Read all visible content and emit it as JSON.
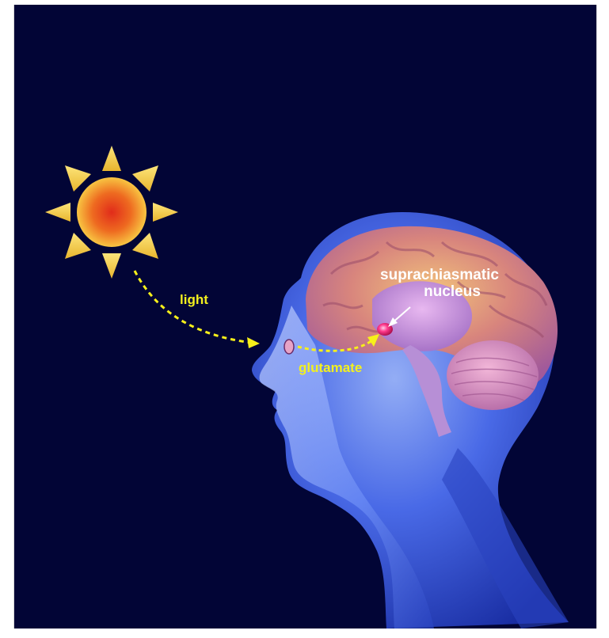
{
  "labels": {
    "light": "light",
    "glutamate": "glutamate",
    "scn_line1": "suprachiasmatic",
    "scn_line2": "nucleus"
  },
  "colors": {
    "background": "#020536",
    "arrow": "#f7f01a",
    "label_yellow": "#f3f01e",
    "label_white": "#ffffff",
    "sun_core": "#e03b1c",
    "sun_rays": "#f5d64a",
    "head": "#4a6fe0",
    "brain": "#c98ad0",
    "nucleus": "#ff2a7a"
  },
  "icons": {
    "sun": "sun-icon",
    "head": "human-head-illustration",
    "brain": "brain-illustration"
  }
}
